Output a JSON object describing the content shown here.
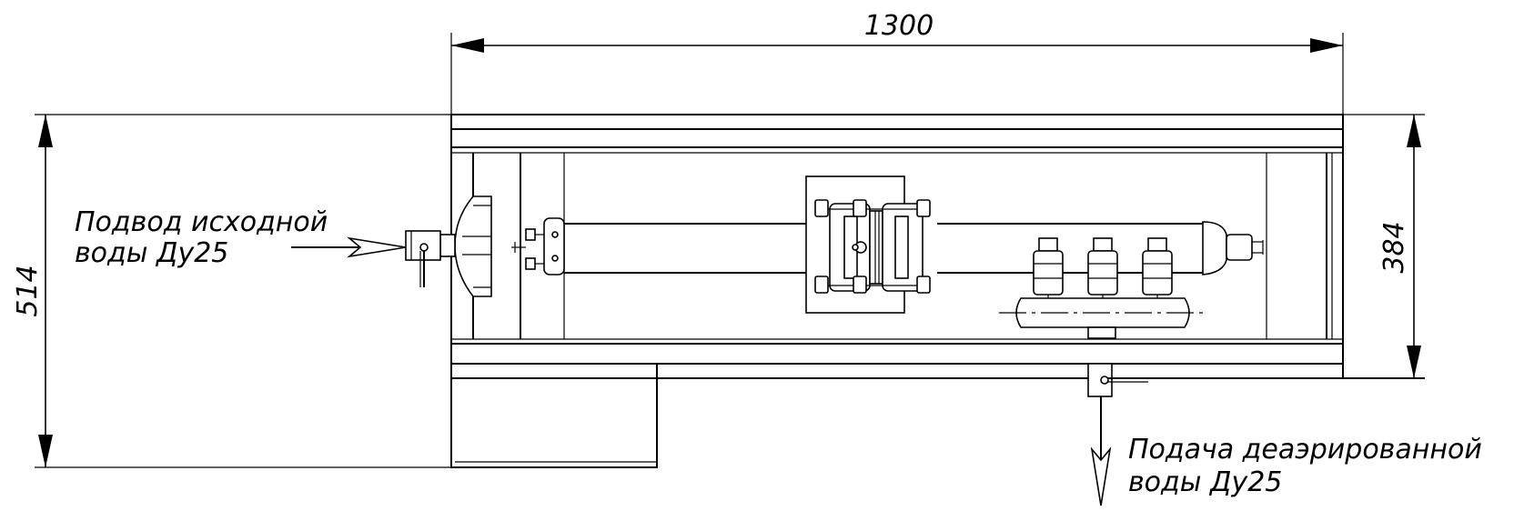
{
  "dimensions": {
    "width_label": "1300",
    "total_height_label": "514",
    "frame_height_label": "384"
  },
  "inlet": {
    "line1": "Подвод исходной",
    "line2": "воды Ду25"
  },
  "outlet": {
    "line1": "Подача деаэрированной",
    "line2": "воды Ду25"
  }
}
